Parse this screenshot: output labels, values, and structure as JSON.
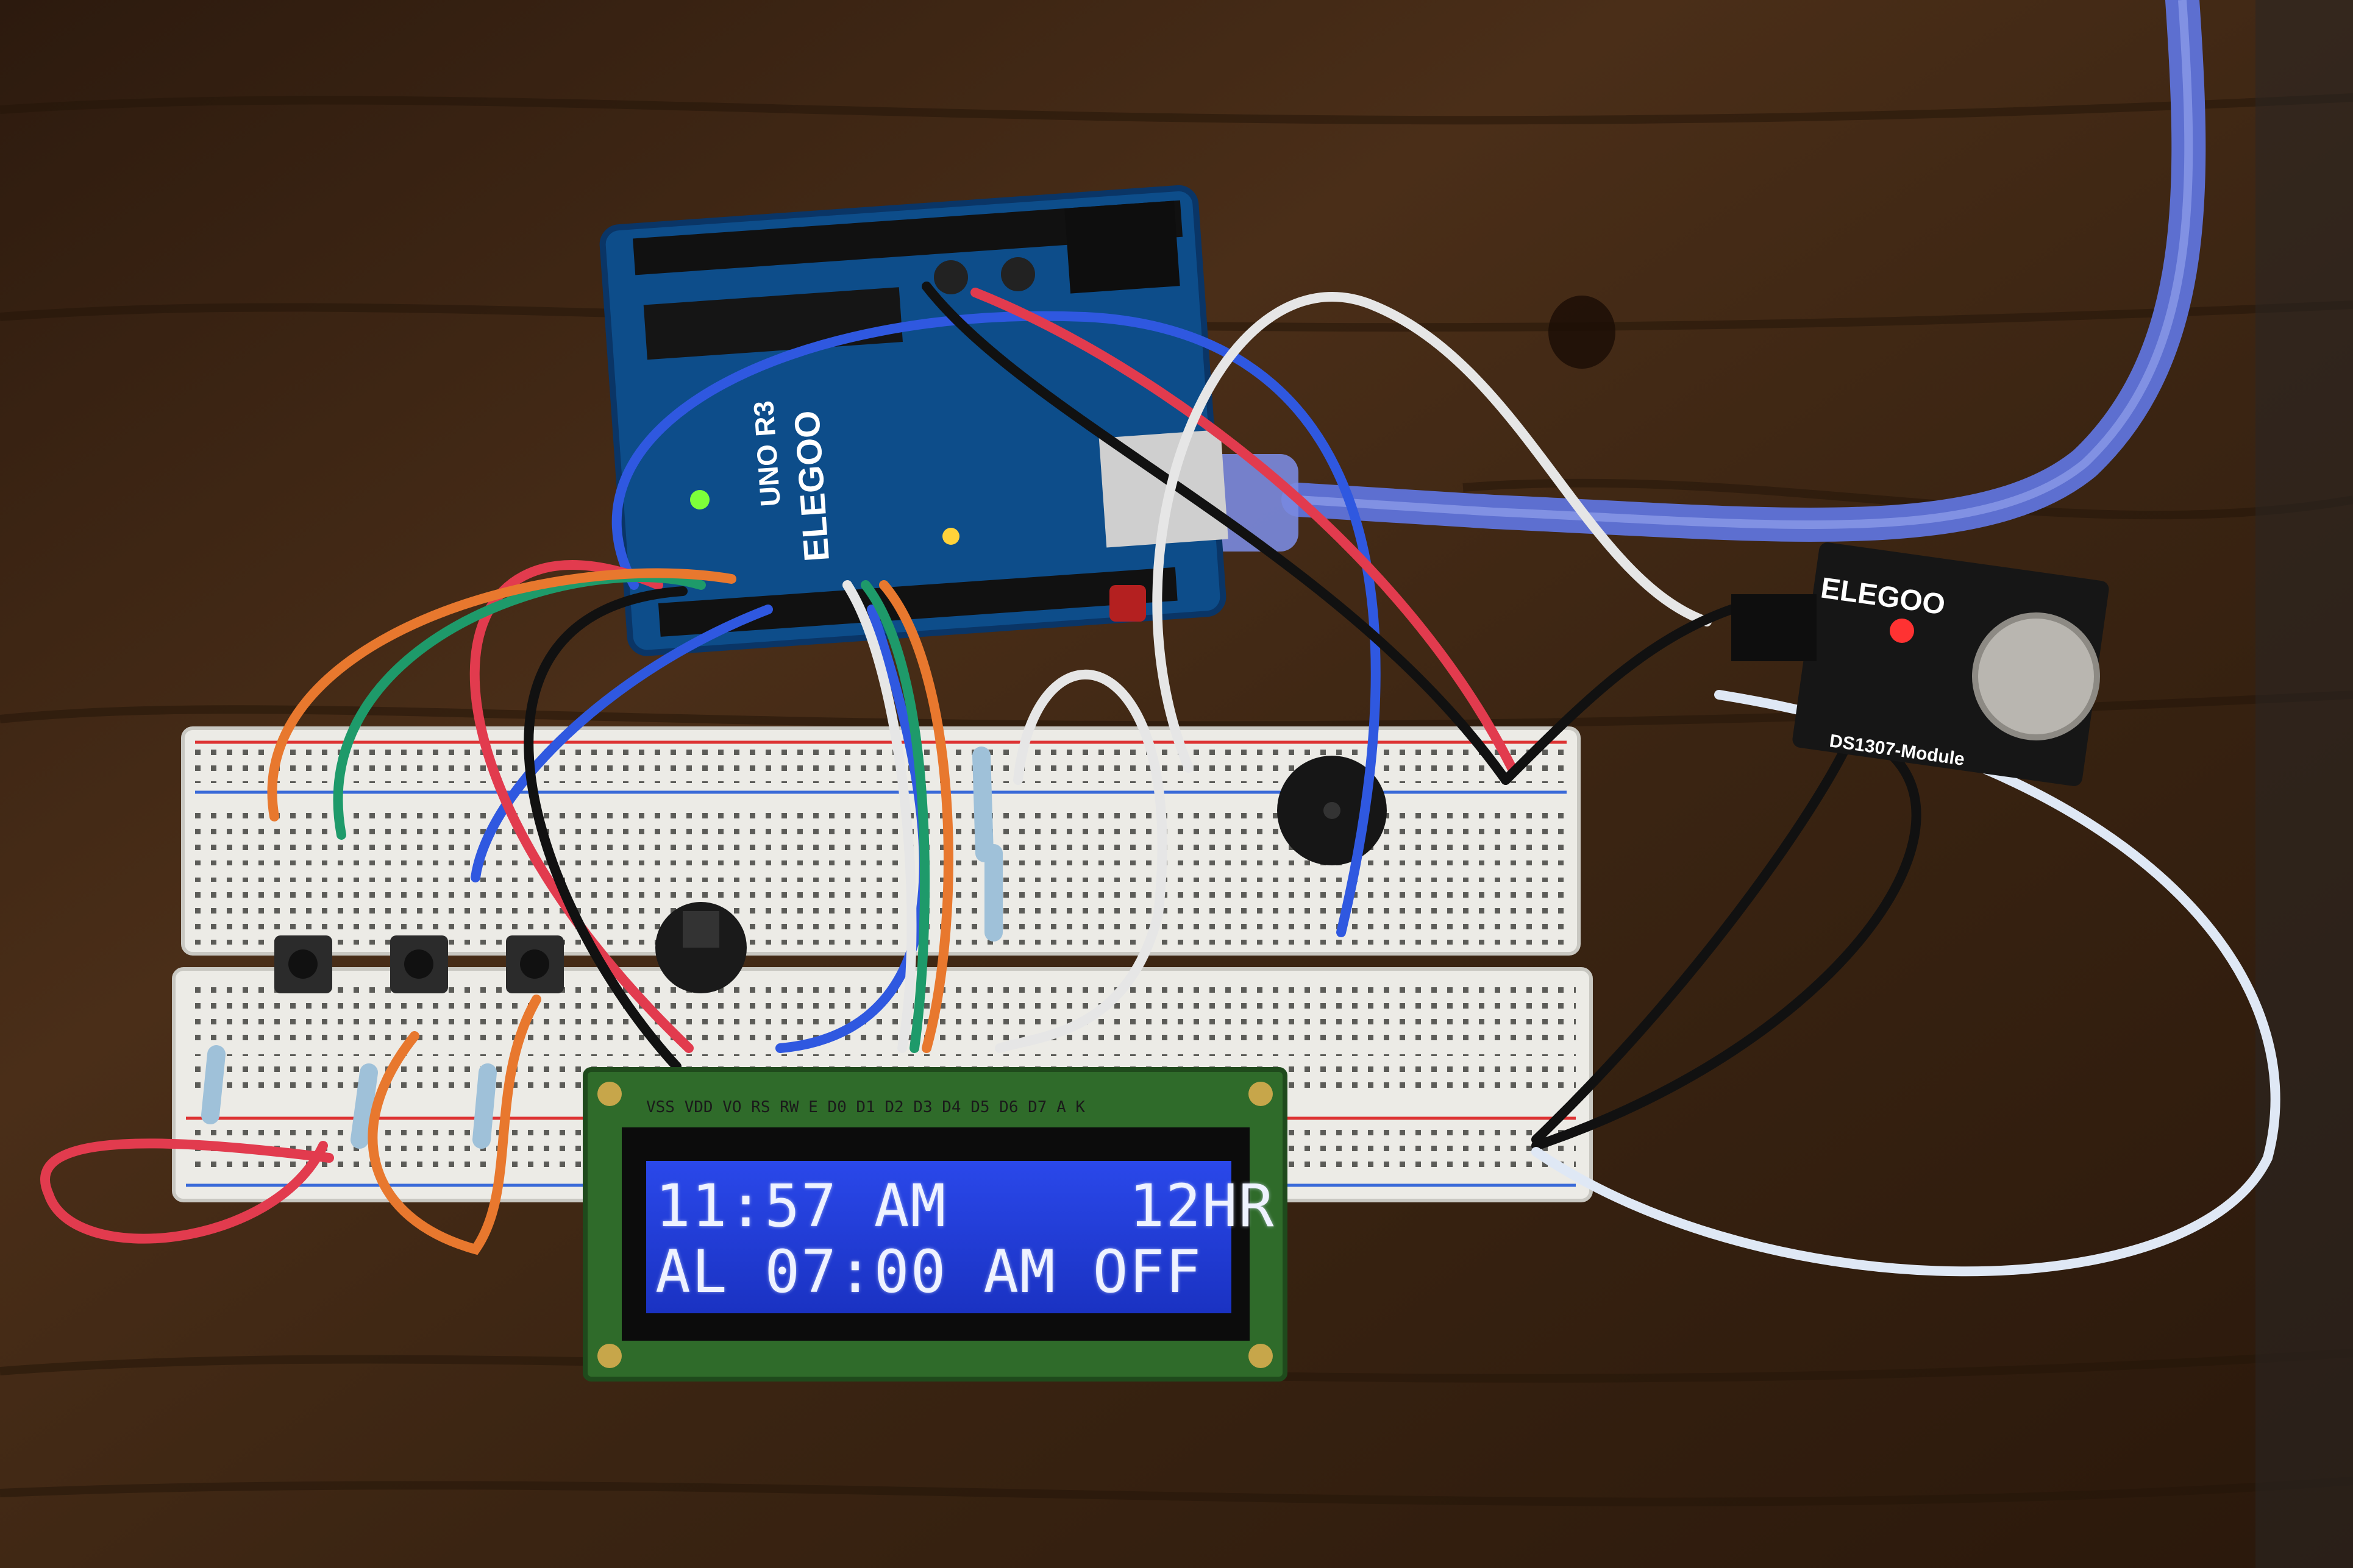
{
  "lcd": {
    "line1": "11:57 AM     12HR",
    "line2": "AL 07:00 AM OFF",
    "pin_labels": "VSS VDD VO RS RW E D0 D1 D2 D3 D4 D5 D6 D7 A K"
  },
  "arduino": {
    "brand": "ELEGOO",
    "model": "UNO R3"
  },
  "rtc_module": {
    "brand": "ELEGOO",
    "model": "DS1307-Module"
  },
  "colors": {
    "wood": "#3a2414",
    "breadboard": "#ecebe6",
    "arduino_blue": "#0d4d8a",
    "lcd_blue": "#1f3cd6",
    "lcd_pcb": "#2f6b2a",
    "rtc_pcb": "#161616"
  }
}
